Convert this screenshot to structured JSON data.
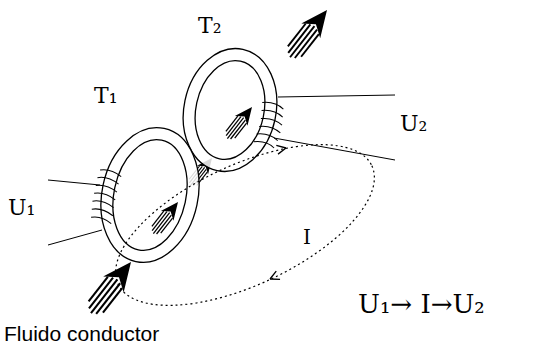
{
  "diagram": {
    "labels": [
      "T₂",
      "T₁",
      "U₂",
      "U₁",
      "I",
      "U₁→ I→U₂",
      "Fluido conductor"
    ]
  }
}
